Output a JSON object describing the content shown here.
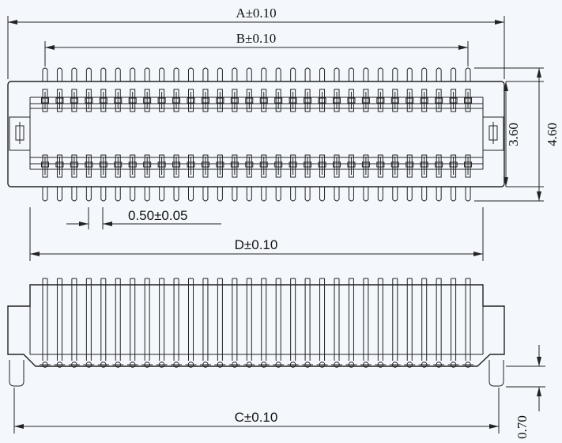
{
  "drawing": {
    "subject": "board-to-board connector",
    "pin_count_per_row": 30,
    "colors": {
      "background": "#f4f8fd",
      "line": "#222222",
      "body_fill": "#ffffff"
    }
  },
  "dimensions": {
    "a": "A±0.10",
    "b": "B±0.10",
    "pitch": "0.50±0.05",
    "d": "D±0.10",
    "c": "C±0.10",
    "h_inner": "3.60",
    "h_outer": "4.60",
    "standoff": "0.70"
  }
}
